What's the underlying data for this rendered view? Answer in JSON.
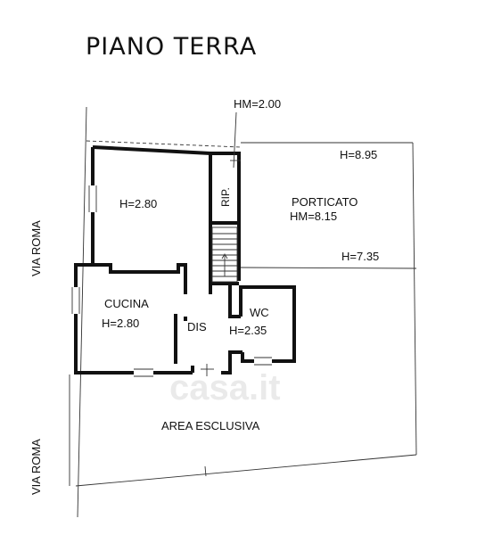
{
  "title": "PIANO TERRA",
  "rooms": {
    "room_main": "H=2.80",
    "ripostiglio": "RIP.",
    "porticato_name": "PORTICATO",
    "porticato_hm": "HM=8.15",
    "porticato_h1": "H=8.95",
    "porticato_h2": "H=7.35",
    "hm_top": "HM=2.00",
    "cucina_name": "CUCINA",
    "cucina_h": "H=2.80",
    "dis": "DIS",
    "wc_name": "WC",
    "wc_h": "H=2.35",
    "area": "AREA ESCLUSIVA"
  },
  "streets": {
    "upper": "VIA ROMA",
    "lower": "VIA ROMA"
  },
  "watermark": "casa.it",
  "colors": {
    "lines": "#111111",
    "background": "#ffffff"
  }
}
